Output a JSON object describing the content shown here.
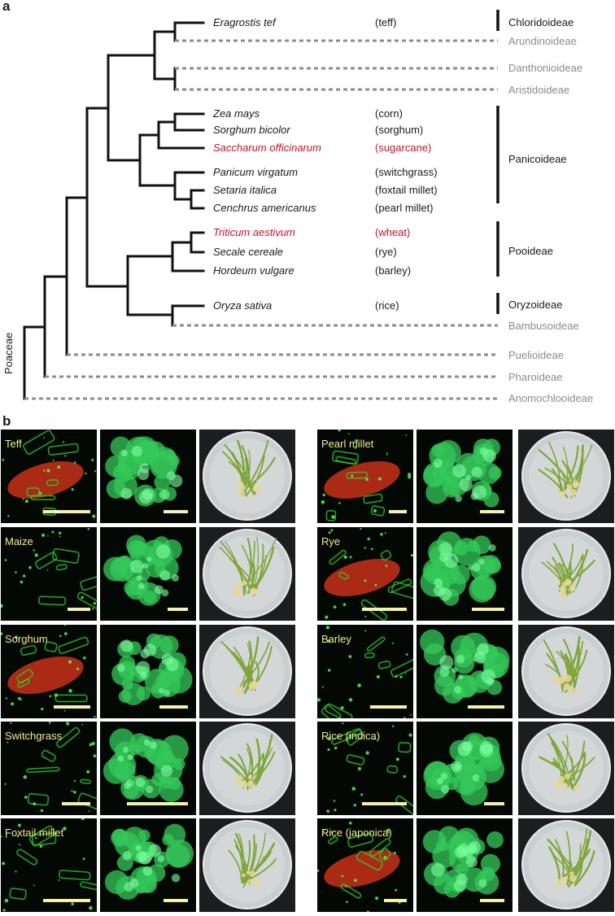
{
  "panel_labels": {
    "a": "a",
    "b": "b"
  },
  "tree": {
    "species": [
      {
        "sci": "Eragrostis tef",
        "common": "(teff)",
        "highlight": false
      },
      {
        "sci": "Zea mays",
        "common": "(corn)",
        "highlight": false
      },
      {
        "sci": "Sorghum bicolor",
        "common": "(sorghum)",
        "highlight": false
      },
      {
        "sci": "Saccharum officinarum",
        "common": "(sugarcane)",
        "highlight": true
      },
      {
        "sci": "Panicum virgatum",
        "common": "(switchgrass)",
        "highlight": false
      },
      {
        "sci": "Setaria italica",
        "common": "(foxtail millet)",
        "highlight": false
      },
      {
        "sci": "Cenchrus americanus",
        "common": "(pearl millet)",
        "highlight": false
      },
      {
        "sci": "Triticum aestivum",
        "common": "(wheat)",
        "highlight": true
      },
      {
        "sci": "Secale cereale",
        "common": "(rye)",
        "highlight": false
      },
      {
        "sci": "Hordeum vulgare",
        "common": "(barley)",
        "highlight": false
      },
      {
        "sci": "Oryza sativa",
        "common": "(rice)",
        "highlight": false
      }
    ],
    "subfamilies": [
      {
        "name": "Chloridoideae",
        "represented": true
      },
      {
        "name": "Arundinoideae",
        "represented": false
      },
      {
        "name": "Danthonioideae",
        "represented": false
      },
      {
        "name": "Aristidoideae",
        "represented": false
      },
      {
        "name": "Panicoideae",
        "represented": true
      },
      {
        "name": "Pooideae",
        "represented": true
      },
      {
        "name": "Oryzoideae",
        "represented": true
      },
      {
        "name": "Bambusoideae",
        "represented": false
      },
      {
        "name": "Puelioideae",
        "represented": false
      },
      {
        "name": "Pharoideae",
        "represented": false
      },
      {
        "name": "Anomochlooideae",
        "represented": false
      }
    ],
    "family": "Poaceae"
  },
  "images": {
    "left": [
      {
        "label": "Teff"
      },
      {
        "label": "Maize"
      },
      {
        "label": "Sorghum"
      },
      {
        "label": "Switchgrass"
      },
      {
        "label": "Foxtail millet"
      }
    ],
    "right": [
      {
        "label": "Pearl millet"
      },
      {
        "label": "Rye"
      },
      {
        "label": "Barley"
      },
      {
        "label": "Rice (indica)"
      },
      {
        "label": "Rice (japonica)"
      }
    ]
  },
  "colors": {
    "highlight": "#c8102e",
    "missing_subfamily": "#8c8c8c",
    "tile_label": "#f2ec8e",
    "fluorescence": "#2bd62b",
    "tissue_red": "#c8301a"
  }
}
